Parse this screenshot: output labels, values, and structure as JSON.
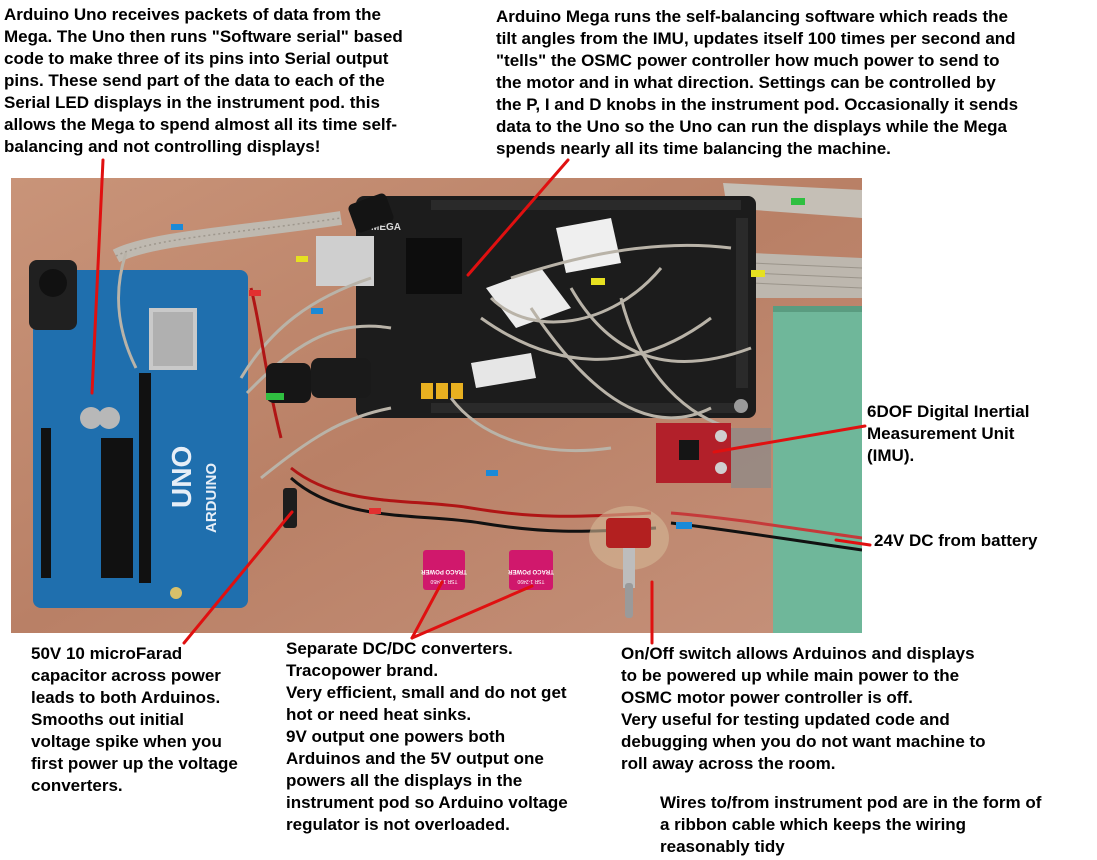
{
  "annotations": {
    "uno": "Arduino Uno receives packets of data from the\nMega. The Uno then runs \"Software serial\" based\ncode to make three of its pins into Serial output\npins. These send part of the data to each of the\nSerial LED displays in the instrument pod. this\nallows the Mega to spend almost all its time self-\nbalancing and not controlling displays!",
    "mega": "Arduino Mega runs the self-balancing software which reads the\ntilt angles from the IMU, updates itself 100 times per second and\n\"tells\" the OSMC power controller how much power to send to\nthe motor and in what direction. Settings can be controlled by\nthe P, I and D knobs in the instrument pod. Occasionally it sends\ndata to the Uno so the Uno can run the displays while the Mega\nspends nearly all its time balancing the machine.",
    "imu": "6DOF Digital Inertial\nMeasurement Unit\n(IMU).",
    "battery": "24V DC from battery",
    "capacitor": "50V 10 microFarad\ncapacitor across power\nleads to both Arduinos.\nSmooths out initial\nvoltage spike when you\nfirst power up the voltage\nconverters.",
    "dcdc": "Separate DC/DC converters.\nTracopower brand.\nVery efficient, small and do not get\nhot or need heat sinks.\n9V output one powers both\nArduinos and the 5V output one\npowers all the displays in the\ninstrument pod so Arduino voltage\nregulator is not overloaded.",
    "switch": "On/Off switch allows Arduinos and displays\nto be powered up while main power to the\nOSMC motor power controller is off.\nVery useful for testing updated code and\ndebugging when you do not want machine to\nroll away across the room.",
    "ribbon": "Wires to/from instrument pod are in the form of\na ribbon cable which keeps the wiring\nreasonably tidy"
  },
  "board_labels": {
    "uno": "UNO",
    "arduino": "ARDUINO",
    "mega": "MEGA",
    "traco_1": "TRACO POWER",
    "traco_2": "TRACO POWER",
    "tsr_1": "TSR 1-2450",
    "tsr_2": "TSR 1-2490"
  },
  "colors": {
    "pointer": "#e01010",
    "wood": "#c08a6c",
    "mega_board": "#1c1c1c",
    "uno_board": "#1f6fae",
    "imu_board": "#b2202a",
    "converter": "#d0186c",
    "foam": "#6fb79a"
  }
}
